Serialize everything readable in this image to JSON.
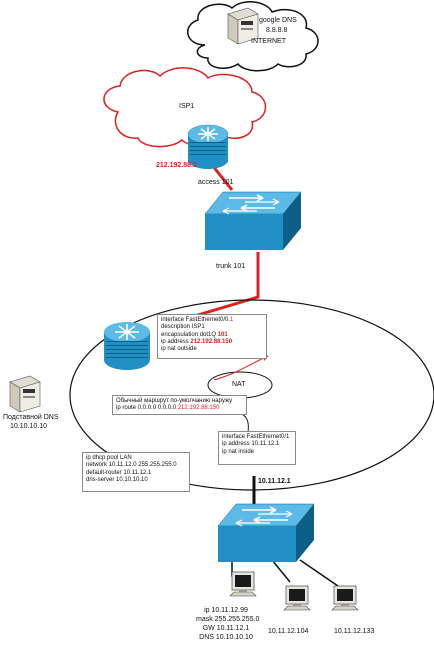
{
  "internet": {
    "dns_name": "google DNS",
    "dns_ip": "8.8.8.8",
    "label": "INTERNET"
  },
  "isp": {
    "label": "ISP1",
    "router_ip": "212.192.88.1"
  },
  "links": {
    "access_label": "access 101",
    "trunk_label": "trunk 101",
    "lan_gateway": "10.11.12.1"
  },
  "subint_config": {
    "lines": [
      {
        "text": "interface FastEthernet0/0.",
        "red": "1"
      },
      {
        "text": " description ISP1",
        "red": ""
      },
      {
        "text": " encapsulation dot1Q ",
        "red": "101"
      },
      {
        "text": " ip address ",
        "red": "212.192.88.150"
      },
      {
        "text": " ip nat outside",
        "red": ""
      }
    ]
  },
  "nat": {
    "label": "NAT"
  },
  "route_config": {
    "line1": "Обычный маршрут по-умолчанию наружу",
    "line2_prefix": "ip route 0.0.0.0 0.0.0.0 ",
    "line2_red": "212.192.88.150"
  },
  "inside_config": {
    "lines": [
      "interface FastEthernet0/1",
      " ip address 10.11.12.1",
      " ip nat inside"
    ]
  },
  "dhcp_config": {
    "lines": [
      "ip dhcp pool LAN",
      "  network 10.11.12.0 255.255.255.0",
      "  default-router 10.11.12.1",
      "  dns-server 10.10.10.10"
    ]
  },
  "fake_dns": {
    "label": "Подставной DNS",
    "ip": "10.10.10.10"
  },
  "pcs": [
    {
      "lines": [
        "ip 10.11.12.99",
        "mask 255.255.255.0",
        "GW 10.11.12.1",
        "DNS 10.10.10.10"
      ]
    },
    {
      "lines": [
        "10.11.12.104"
      ]
    },
    {
      "lines": [
        "10.11.12.133"
      ]
    }
  ],
  "colors": {
    "link_red": "#e02020",
    "device_blue": "#1f8fc4",
    "device_dark": "#0e5f88"
  }
}
